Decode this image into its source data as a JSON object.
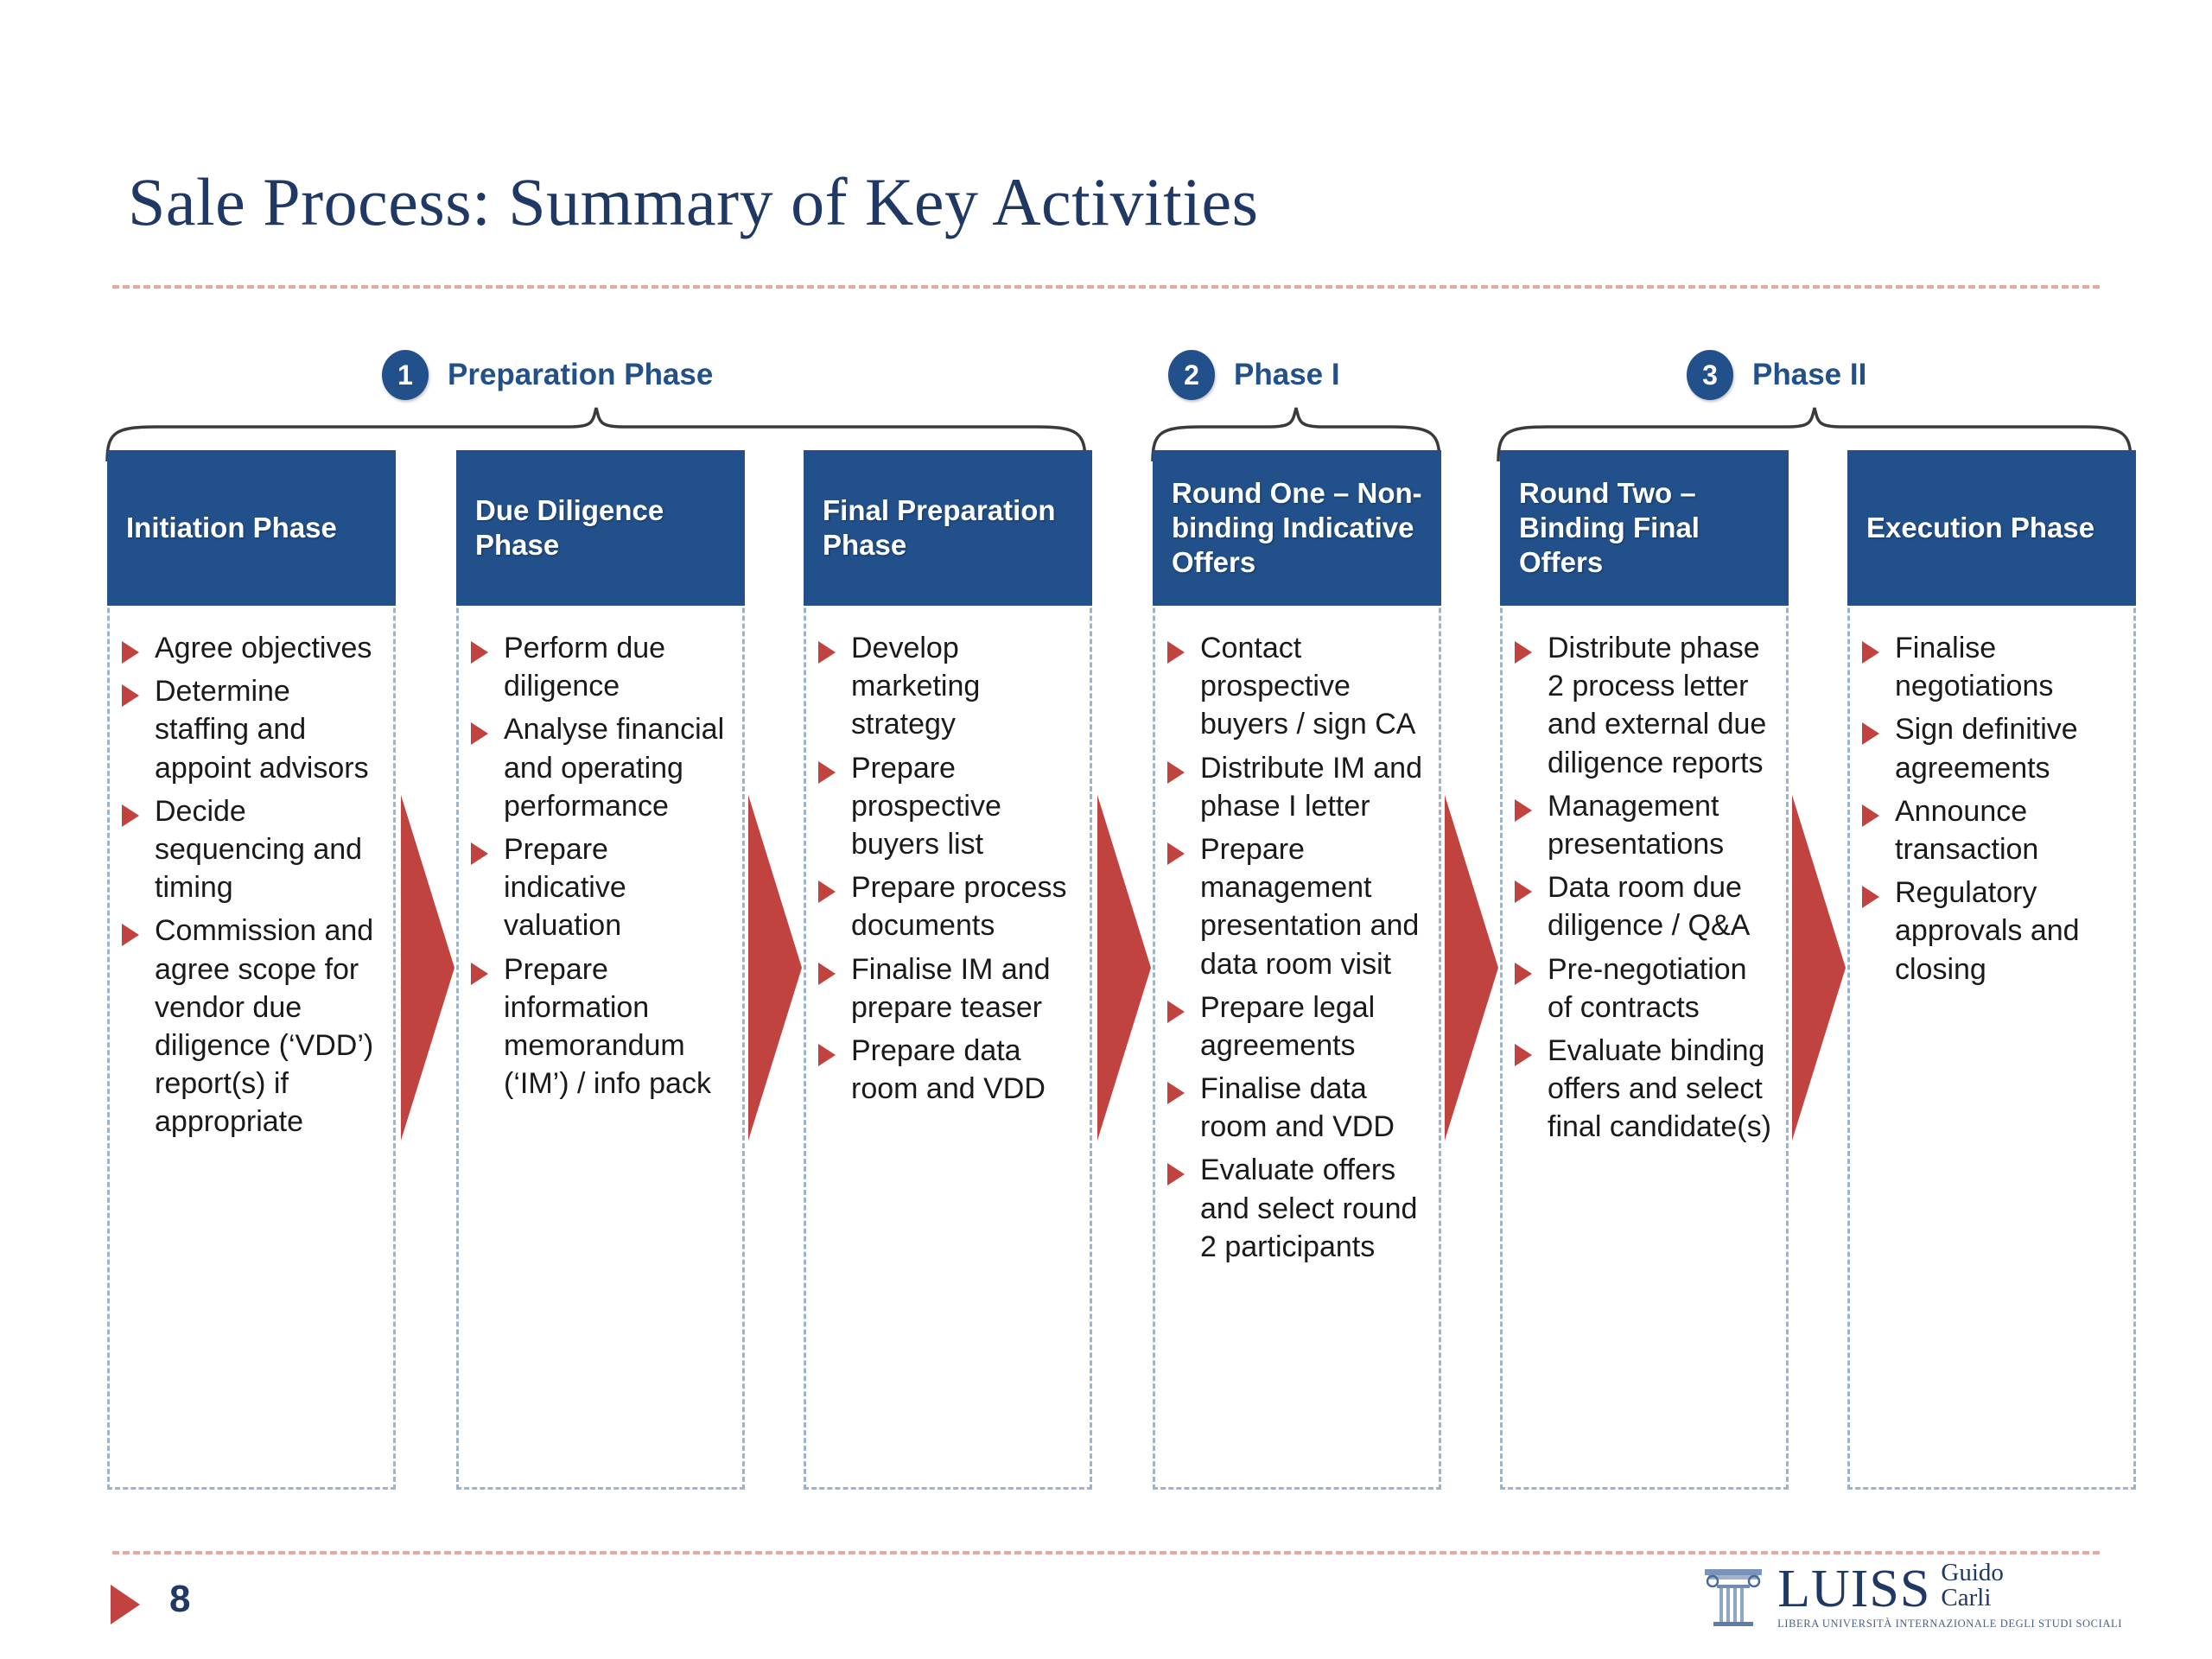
{
  "slide": {
    "title": "Sale Process: Summary of Key Activities",
    "page_number": "8",
    "accent_navy": "#22508A",
    "accent_red": "#C0433F",
    "title_color": "#1F3864",
    "dash_rule_color": "#E8A9A0",
    "card_border_color": "#9FB4CC"
  },
  "phase_groups": [
    {
      "number": "1",
      "label": "Preparation Phase"
    },
    {
      "number": "2",
      "label": "Phase I"
    },
    {
      "number": "3",
      "label": "Phase II"
    }
  ],
  "columns": [
    {
      "header": "Initiation Phase",
      "bullets": [
        "Agree objectives",
        "Determine staffing and appoint advisors",
        "Decide sequencing and timing",
        "Commission and agree scope for vendor due diligence (‘VDD’) report(s) if appropriate"
      ]
    },
    {
      "header": "Due Diligence Phase",
      "bullets": [
        "Perform due diligence",
        "Analyse financial and operating performance",
        "Prepare indicative valuation",
        "Prepare information memorandum (‘IM’) / info pack"
      ]
    },
    {
      "header": "Final Preparation Phase",
      "bullets": [
        "Develop marketing strategy",
        "Prepare prospective buyers list",
        "Prepare process documents",
        "Finalise IM and prepare teaser",
        "Prepare data room and VDD"
      ]
    },
    {
      "header": "Round One – Non-binding Indicative Offers",
      "bullets": [
        "Contact prospective buyers / sign CA",
        "Distribute IM and phase I letter",
        "Prepare management presentation and data room visit",
        "Prepare legal agreements",
        "Finalise data room and VDD",
        "Evaluate offers and select round 2 participants"
      ]
    },
    {
      "header": "Round Two – Binding Final Offers",
      "bullets": [
        "Distribute phase 2 process letter and external due diligence reports",
        "Management presentations",
        "Data room due diligence / Q&A",
        "Pre-negotiation of contracts",
        "Evaluate binding offers and select final candidate(s)"
      ]
    },
    {
      "header": "Execution Phase",
      "bullets": [
        "Finalise negotiations",
        "Sign definitive agreements",
        "Announce transaction",
        "Regulatory approvals and closing"
      ]
    }
  ],
  "logo": {
    "name": "LUISS",
    "subname_line1": "Guido",
    "subname_line2": "Carli",
    "tagline": "LIBERA UNIVERSITÀ INTERNAZIONALE DEGLI STUDI SOCIALI"
  }
}
